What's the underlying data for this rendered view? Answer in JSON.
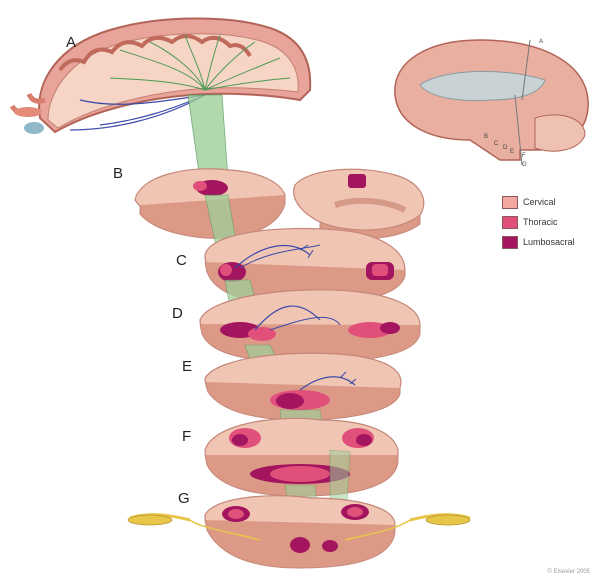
{
  "panels": {
    "a": "A",
    "b": "B",
    "c": "C",
    "d": "D",
    "e": "E",
    "f": "F",
    "g": "G"
  },
  "legend": {
    "items": [
      {
        "label": "Cervical",
        "color": "#f2a7a0"
      },
      {
        "label": "Thoracic",
        "color": "#e0507a"
      },
      {
        "label": "Lumbosacral",
        "color": "#a3155e"
      }
    ]
  },
  "inset_labels": [
    "A",
    "B",
    "C",
    "D",
    "E",
    "F",
    "G"
  ],
  "colors": {
    "tissue": "#f1c5b3",
    "tissue_dark": "#dc9a86",
    "fiber_green": "#4d9a55",
    "fiber_blue": "#3a4aa8",
    "nerve_yellow": "#e8c64a"
  },
  "copyright": "© Elsevier 2005"
}
